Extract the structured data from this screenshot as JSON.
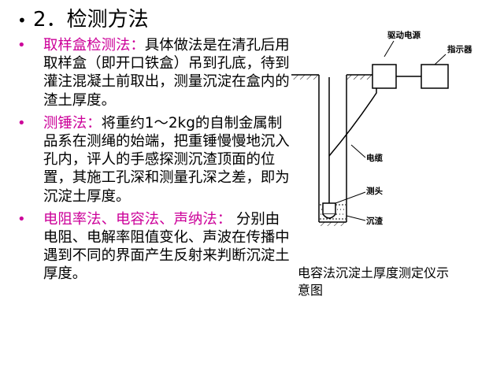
{
  "heading": {
    "bullet": "•",
    "number": "2",
    "sep": "．",
    "title": "检测方法"
  },
  "bullets": [
    {
      "marker": "•",
      "lead": "取样盒检测法：",
      "text": "具体做法是在清孔后用取样盒（即开口铁盒）吊到孔底，待到灌注混凝土前取出，测量沉淀在盒内的渣土厚度。"
    },
    {
      "marker": "•",
      "lead": "测锤法：",
      "text": "将重约1～2kg的自制金属制品系在测绳的始端，把重锤慢慢地沉入孔内，评人的手感探测沉渣顶面的位置，其施工孔深和测量孔深之差，即为沉淀土厚度。"
    },
    {
      "marker": "•",
      "lead": "电阻率法、电容法、声纳法：",
      "text": " 分别由电阻、电解率阻值变化、声波在传播中遇到不同的界面产生反射来判断沉淀土厚度。"
    }
  ],
  "diagram": {
    "labels": {
      "power": "驱动电源",
      "indicator": "指示器",
      "cable": "电缆",
      "probe": "测头",
      "sediment": "沉渣"
    },
    "caption": "电容法沉淀土厚度测定仪示意图"
  },
  "colors": {
    "accent": "#cc0099",
    "text": "#000000",
    "background": "#ffffff"
  }
}
